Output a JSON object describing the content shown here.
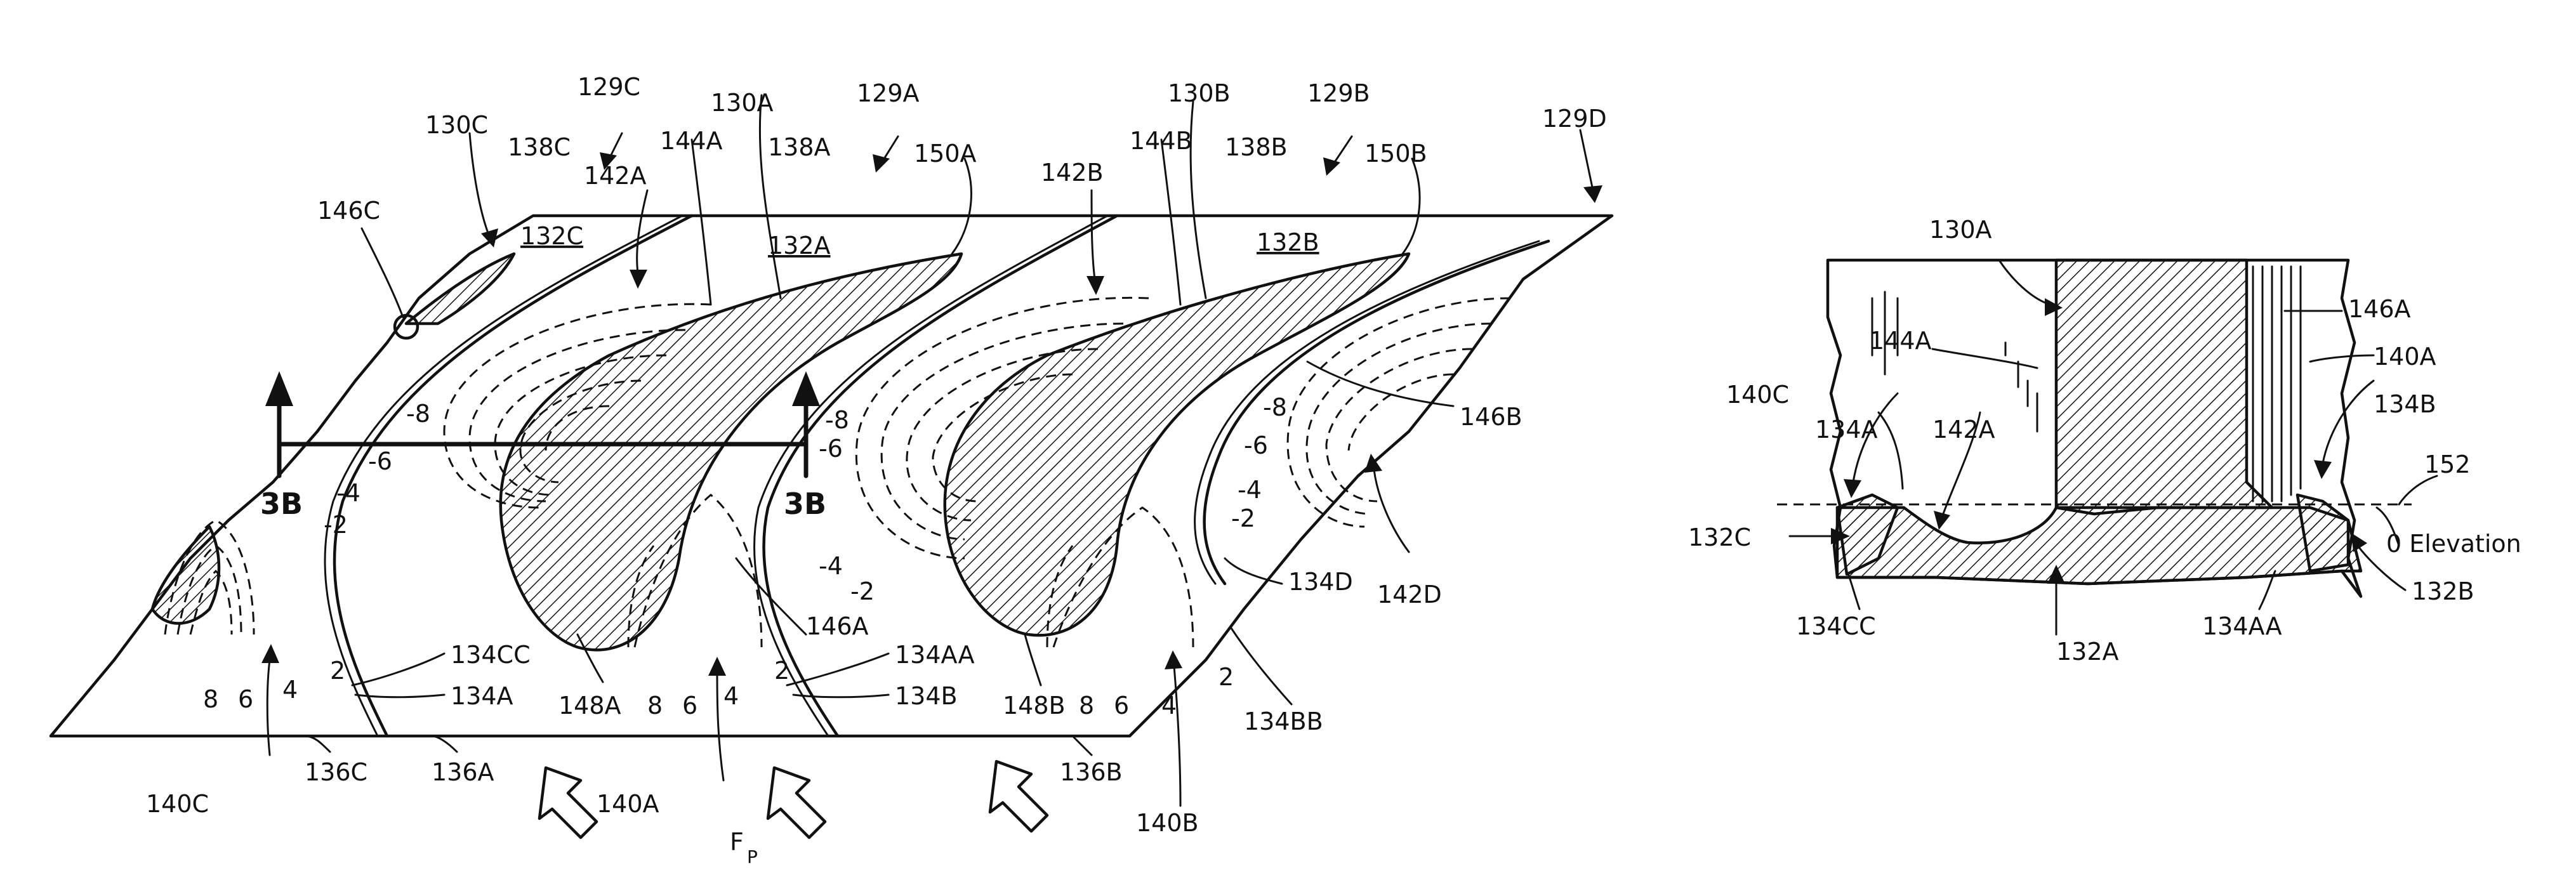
{
  "figure": {
    "left_view": {
      "labels": {
        "l129C": "129C",
        "l130A": "130A",
        "l129A": "129A",
        "l130B": "130B",
        "l129B": "129B",
        "l129D": "129D",
        "l130C": "130C",
        "l138C": "138C",
        "l142A": "142A",
        "l144A": "144A",
        "l138A": "138A",
        "l150A": "150A",
        "l142B": "142B",
        "l144B": "144B",
        "l138B": "138B",
        "l150B": "150B",
        "l146C": "146C",
        "l132C": "132C",
        "l132A": "132A",
        "l132B": "132B",
        "l146B": "146B",
        "l142D": "142D",
        "l134D": "134D",
        "l146A": "146A",
        "l134CC": "134CC",
        "l134A": "134A",
        "l134AA": "134AA",
        "l134B": "134B",
        "l134BB": "134BB",
        "l148A": "148A",
        "l148B": "148B",
        "l140C": "140C",
        "l136C": "136C",
        "l136A": "136A",
        "l140A": "140A",
        "l136B": "136B",
        "l140B": "140B",
        "section_left": "3B",
        "section_right": "3B",
        "force_main": "F",
        "force_sub": "P"
      },
      "contour_values": {
        "c1_m8": "-8",
        "c1_m6": "-6",
        "c1_m4": "-4",
        "c1_m2": "-2",
        "c2_m8": "-8",
        "c2_m6": "-6",
        "c2_m4": "-4",
        "c2_m2": "-2",
        "c3_m8": "-8",
        "c3_m6": "-6",
        "c3_m4": "-4",
        "c3_m2": "-2",
        "a_8": "8",
        "a_6": "6",
        "a_4": "4",
        "a_2": "2",
        "b_8": "8",
        "b_6": "6",
        "b_4": "4",
        "b_2": "2",
        "c_8": "8",
        "c_6": "6",
        "c_4": "4",
        "c_2": "2"
      }
    },
    "right_view": {
      "labels": {
        "l130A": "130A",
        "l146A": "146A",
        "l144A": "144A",
        "l140A": "140A",
        "l140C": "140C",
        "l134A": "134A",
        "l134B": "134B",
        "l142A": "142A",
        "l152": "152",
        "l132C": "132C",
        "l0elev": "0 Elevation",
        "l134CC": "134CC",
        "l132A": "132A",
        "l134AA": "134AA",
        "l132B": "132B"
      }
    }
  }
}
